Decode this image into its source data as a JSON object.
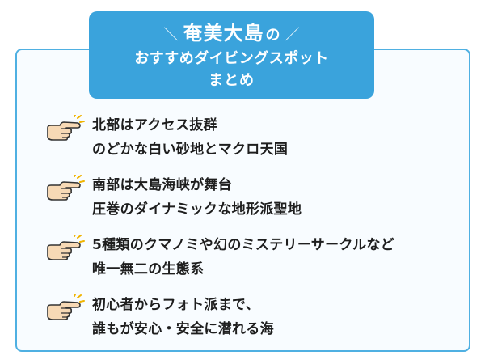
{
  "header": {
    "slash_left": "＼",
    "title_main": "奄美大島",
    "title_no": "の",
    "slash_right": "／",
    "subtitle_1": "おすすめダイビングスポット",
    "subtitle_2": "まとめ"
  },
  "items": [
    {
      "icon": "pointing-hand-icon",
      "line1": "北部はアクセス抜群",
      "line2": "のどかな白い砂地とマクロ天国"
    },
    {
      "icon": "pointing-hand-icon",
      "line1": "南部は大島海峡が舞台",
      "line2": "圧巻のダイナミックな地形派聖地"
    },
    {
      "icon": "pointing-hand-icon",
      "line1": "5種類のクマノミや幻のミステリーサークルなど",
      "line2": "唯一無二の生態系"
    },
    {
      "icon": "pointing-hand-icon",
      "line1": "初心者からフォト派まで、",
      "line2": "誰もが安心・安全に潜れる海"
    }
  ],
  "colors": {
    "header_bg": "#3aa3dc",
    "border": "#4fb0e2",
    "hand_fill": "#f7d9b5",
    "sparkle": "#f0b400"
  }
}
